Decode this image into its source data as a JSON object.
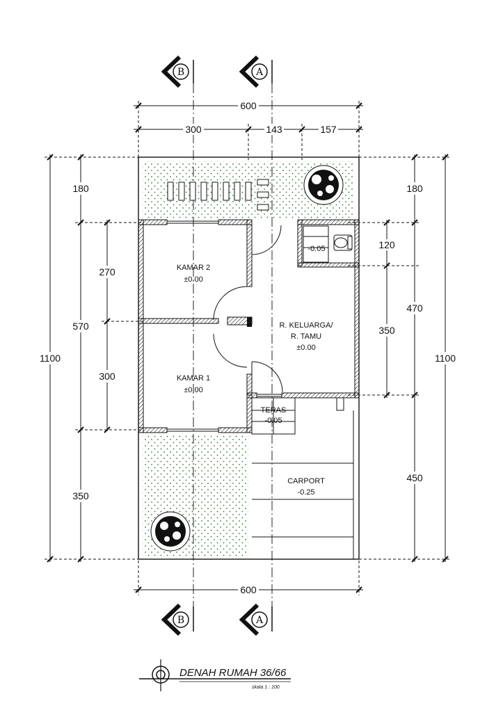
{
  "drawing": {
    "title": "DENAH RUMAH 36/66",
    "scale": "skala 1 : 100"
  },
  "section_markers": {
    "b": "B",
    "a": "A"
  },
  "dimensions": {
    "top_total": "600",
    "top_seg1": "300",
    "top_seg2": "143",
    "top_seg3": "157",
    "bottom_total": "600",
    "left_total": "1100",
    "left_front_garden": "180",
    "left_rooms": "570",
    "left_kamar2": "270",
    "left_kamar1": "300",
    "left_back_garden": "350",
    "right_total": "1100",
    "right_front": "180",
    "right_bath": "120",
    "right_living_wide": "470",
    "right_living": "350",
    "right_carport": "450"
  },
  "rooms": {
    "kamar2": {
      "name": "KAMAR 2",
      "level": "±0.00"
    },
    "kamar1": {
      "name": "KAMAR 1",
      "level": "±0.00"
    },
    "living": {
      "name_line1": "R. KELUARGA/",
      "name_line2": "R. TAMU",
      "level": "±0.00"
    },
    "bath": {
      "level": "-0.05"
    },
    "teras": {
      "name": "TERAS",
      "level": "-0.05"
    },
    "carport": {
      "name": "CARPORT",
      "level": "-0.25"
    }
  }
}
